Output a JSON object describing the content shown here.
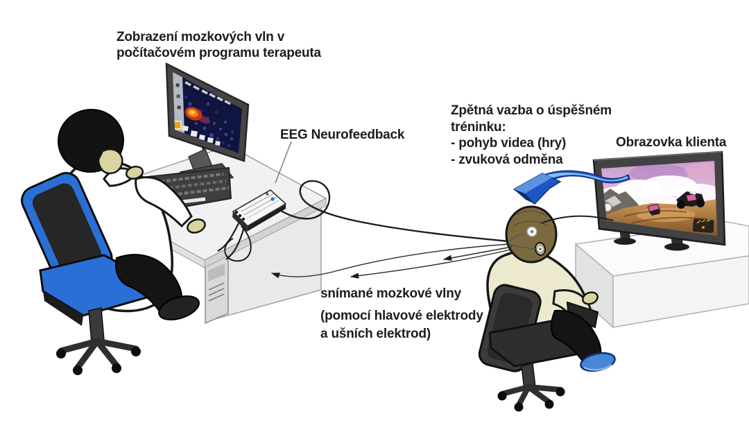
{
  "labels": {
    "therapist_program": {
      "lines": [
        "Zobrazení mozkových vln v",
        "počítačovém programu terapeuta"
      ]
    },
    "eeg_device": {
      "text": "EEG Neurofeedback"
    },
    "feedback": {
      "lines": [
        "Zpětná vazba o úspěšném",
        "tréninku:",
        "- pohyb videa (hry)",
        "- zvuková odměna"
      ]
    },
    "client_screen": {
      "text": "Obrazovka klienta"
    },
    "brainwaves": {
      "lines": [
        "snímané mozkové vlny",
        "(pomocí hlavové elektrody",
        "a ušních elektrod)"
      ]
    }
  },
  "icons": {
    "feedback_arrow": "curved-3d-arrow-pointing-left",
    "signal_direction": "arrowhead-left-on-cable",
    "electrode": "white-circle-electrode"
  },
  "scene": {
    "entities": [
      "therapist seated at desk computer",
      "monitor showing brain activity heatmap",
      "keyboard",
      "EEG neurofeedback amplifier on desk corner",
      "computer tower under desk",
      "client with head electrode and ear electrode",
      "client office chair",
      "TV on white stand showing racing game",
      "cables carrying brain signals with left arrowheads",
      "blue feedback arrow from TV toward client"
    ]
  },
  "colors": {
    "background": "#ffffff",
    "label_text": "#1d1d1d",
    "therapist_chair_blue": "#2a6fd6",
    "client_chair_dark": "#333333",
    "therapist_shirt": "#ffffff",
    "client_shirt": "#ece9cf",
    "skin": "#d9d4a0",
    "therapist_hair": "#131313",
    "client_hair": "#7b6a3e",
    "desk_gray": "#ededed",
    "monitor_frame": "#424242",
    "eeg_screen_navy": "#10153f",
    "heatmap_hot_orange": "#ff7a1e",
    "heatmap_core_yellow": "#ffd23e",
    "feedback_arrow_blue": "#1e56c8",
    "feedback_arrow_light": "#8ecdf2",
    "cable_black": "#1c1c1c",
    "tv_frame": "#424242",
    "game_sky_pink": "#c79fd0",
    "game_terrain_orange": "#c08046",
    "client_shoe_blue": "#4a86d8"
  }
}
